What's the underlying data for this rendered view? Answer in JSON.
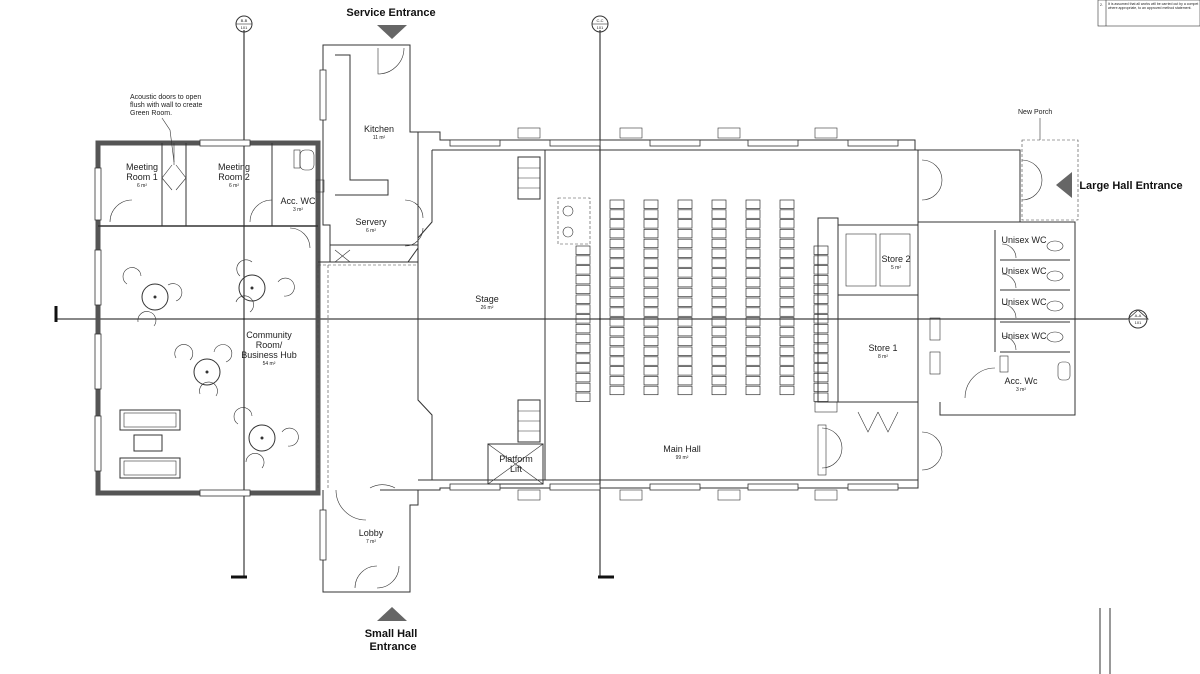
{
  "entrances": {
    "service": "Service Entrance",
    "large_hall": "Large Hall Entrance",
    "small_hall_line1": "Small Hall",
    "small_hall_line2": "Entrance"
  },
  "annotations": {
    "acoustic_line1": "Acoustic doors to open",
    "acoustic_line2": "flush with wall to create",
    "acoustic_line3": "Green Room.",
    "new_porch": "New Porch"
  },
  "title_block": {
    "note_number": "2.",
    "note_line1": "It is assumed that all works will be carried out by a compet",
    "note_line2": "where appropriate, to an approved method statement."
  },
  "grid_markers": {
    "bb_top": "B-B",
    "bb_bottom": "101",
    "cc_top": "C-C",
    "cc_bottom": "101",
    "aa_top": "A-A",
    "aa_bottom": "101"
  },
  "rooms": {
    "meeting1_line1": "Meeting",
    "meeting1_line2": "Room 1",
    "meeting1_area": "6 m²",
    "meeting2_line1": "Meeting",
    "meeting2_line2": "Room 2",
    "meeting2_area": "6 m²",
    "accwc_left": "Acc. WC",
    "accwc_left_area": "3 m²",
    "kitchen": "Kitchen",
    "kitchen_area": "11 m²",
    "servery": "Servery",
    "servery_area": "6 m²",
    "community_line1": "Community",
    "community_line2": "Room/",
    "community_line3": "Business Hub",
    "community_area": "54 m²",
    "stage": "Stage",
    "stage_area": "26 m²",
    "platform_line1": "Platform",
    "platform_line2": "Lift",
    "lobby": "Lobby",
    "lobby_area": "7 m²",
    "main_hall": "Main Hall",
    "main_hall_area": "99 m²",
    "store2": "Store 2",
    "store2_area": "5 m²",
    "store1": "Store 1",
    "store1_area": "8 m²",
    "unisex_wc_1": "Unisex WC",
    "unisex_wc_2": "Unisex WC",
    "unisex_wc_3": "Unisex WC",
    "unisex_wc_4": "Unisex WC",
    "acc_wc_right": "Acc. Wc",
    "acc_wc_right_area": "3 m²"
  },
  "colors": {
    "wall": "#333333",
    "thick_wall": "#555555",
    "arrow": "#666666"
  }
}
